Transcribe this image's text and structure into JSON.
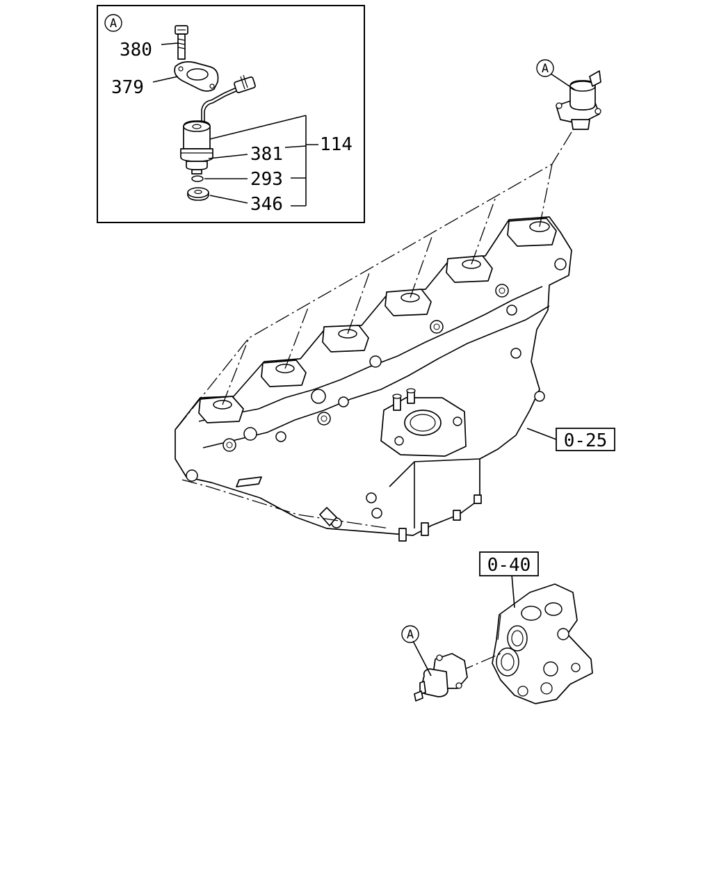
{
  "inset": {
    "view_label": "A",
    "callouts": {
      "bolt": "380",
      "flange": "379",
      "valve_assembly": "114",
      "solenoid_valve": "381",
      "o_ring": "293",
      "washer": "346"
    }
  },
  "references": {
    "intake_manifold": "0-25",
    "thermostat_housing": "0-40"
  },
  "view_markers": {
    "manifold_valve": "A",
    "housing_valve": "A"
  }
}
